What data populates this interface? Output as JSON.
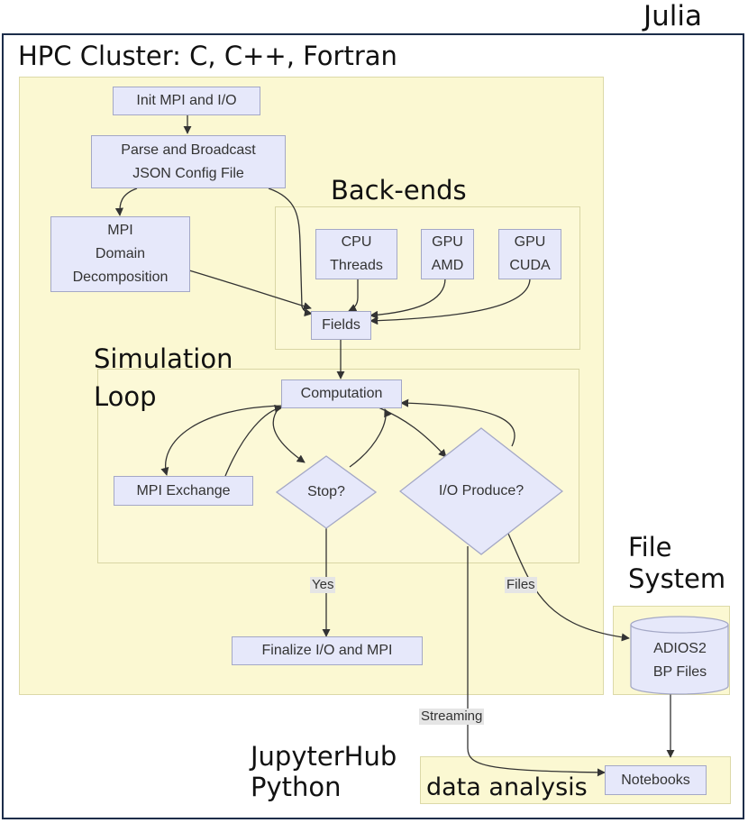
{
  "titles": {
    "julia": "Julia",
    "hpc_cluster": "HPC Cluster: C, C++, Fortran",
    "back_ends": "Back-ends",
    "simulation_loop": "Simulation\nLoop",
    "file_system": "File\nSystem",
    "jupyterhub": "JupyterHub\nPython",
    "data_analysis": "data analysis"
  },
  "nodes": {
    "init": "Init MPI and I/O",
    "parse": "Parse and Broadcast\nJSON Config File",
    "mpi_domain": "MPI\nDomain\nDecomposition",
    "cpu": "CPU\nThreads",
    "gpu_amd": "GPU\nAMD",
    "gpu_cuda": "GPU\nCUDA",
    "fields": "Fields",
    "computation": "Computation",
    "mpi_exchange": "MPI Exchange",
    "stop": "Stop?",
    "io_produce": "I/O Produce?",
    "finalize": "Finalize I/O and MPI",
    "adios2": "ADIOS2\nBP Files",
    "notebooks": "Notebooks"
  },
  "edge_labels": {
    "yes": "Yes",
    "files": "Files",
    "streaming": "Streaming"
  },
  "colors": {
    "region_fill": "#fbf8d2",
    "node_fill": "#e6e8fa",
    "node_border": "#a4a8c6",
    "edge": "#333333",
    "outer_border": "#1c2d4a"
  }
}
